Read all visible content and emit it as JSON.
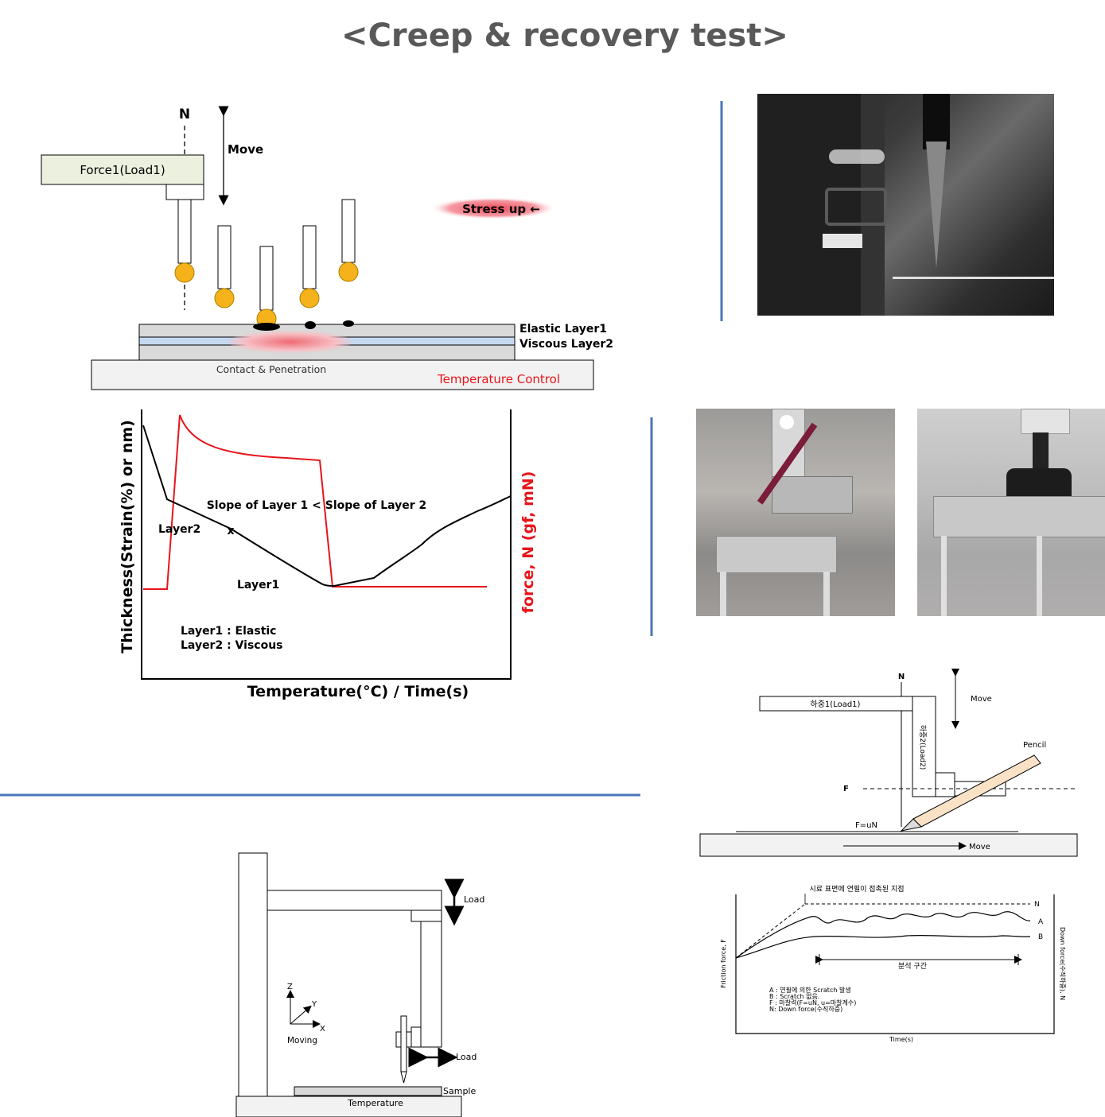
{
  "title": "<Creep & recovery test>",
  "top_diagram": {
    "n_label": "N",
    "move_label": "Move",
    "force_label": "Force1(Load1)",
    "stress_label": "Stress up ←",
    "elastic_label": "Elastic Layer1",
    "viscous_label": "Viscous Layer2",
    "contact_label": "Contact & Penetration",
    "temp_label": "Temperature Control"
  },
  "main_chart": {
    "ylabel": "Thickness(Strain(%) or nm)",
    "y2label": "force, N (gf, mN)",
    "xlabel": "Temperature(°C) / Time(s)",
    "slope_text": "Slope of Layer 1 < Slope of Layer 2",
    "layer2_label": "Layer2",
    "layer1_label": "Layer1",
    "x_mark": "x",
    "legend_line1": "Layer1 : Elastic",
    "legend_line2": "Layer2 : Viscous",
    "colors": {
      "thickness": "#000000",
      "force": "#e8141b"
    }
  },
  "pencil_diagram": {
    "n_label": "N",
    "move_top": "Move",
    "load1_label": "하중1(Load1)",
    "load2_label": "하중2(Load2)",
    "pencil_label": "Pencil",
    "f_label": "F",
    "fun_label": "F=uN",
    "move_bottom": "Move"
  },
  "friction_chart": {
    "annotation": "시료 표면에 연필이 접촉된 지점",
    "n_label": "N",
    "a_label": "A",
    "b_label": "B",
    "interval_label": "분석 구간",
    "legend_a": "A : 연필에 의한 Scratch 발생",
    "legend_b": "B : Scratch 없음.",
    "legend_f": "F : 마찰력(F=uN, u=마찰계수)",
    "legend_n": "N: Down force(수직하중)",
    "ylabel": "Friction force, F",
    "y2label": "Down force(수직하중), N",
    "xlabel": "Time(s)"
  },
  "frame_diagram": {
    "load_top": "Load",
    "load_side": "Load",
    "axis_z": "Z",
    "axis_y": "Y",
    "axis_x": "X",
    "moving_label": "Moving",
    "sample_label": "Sample",
    "temperature_label": "Temperature"
  }
}
